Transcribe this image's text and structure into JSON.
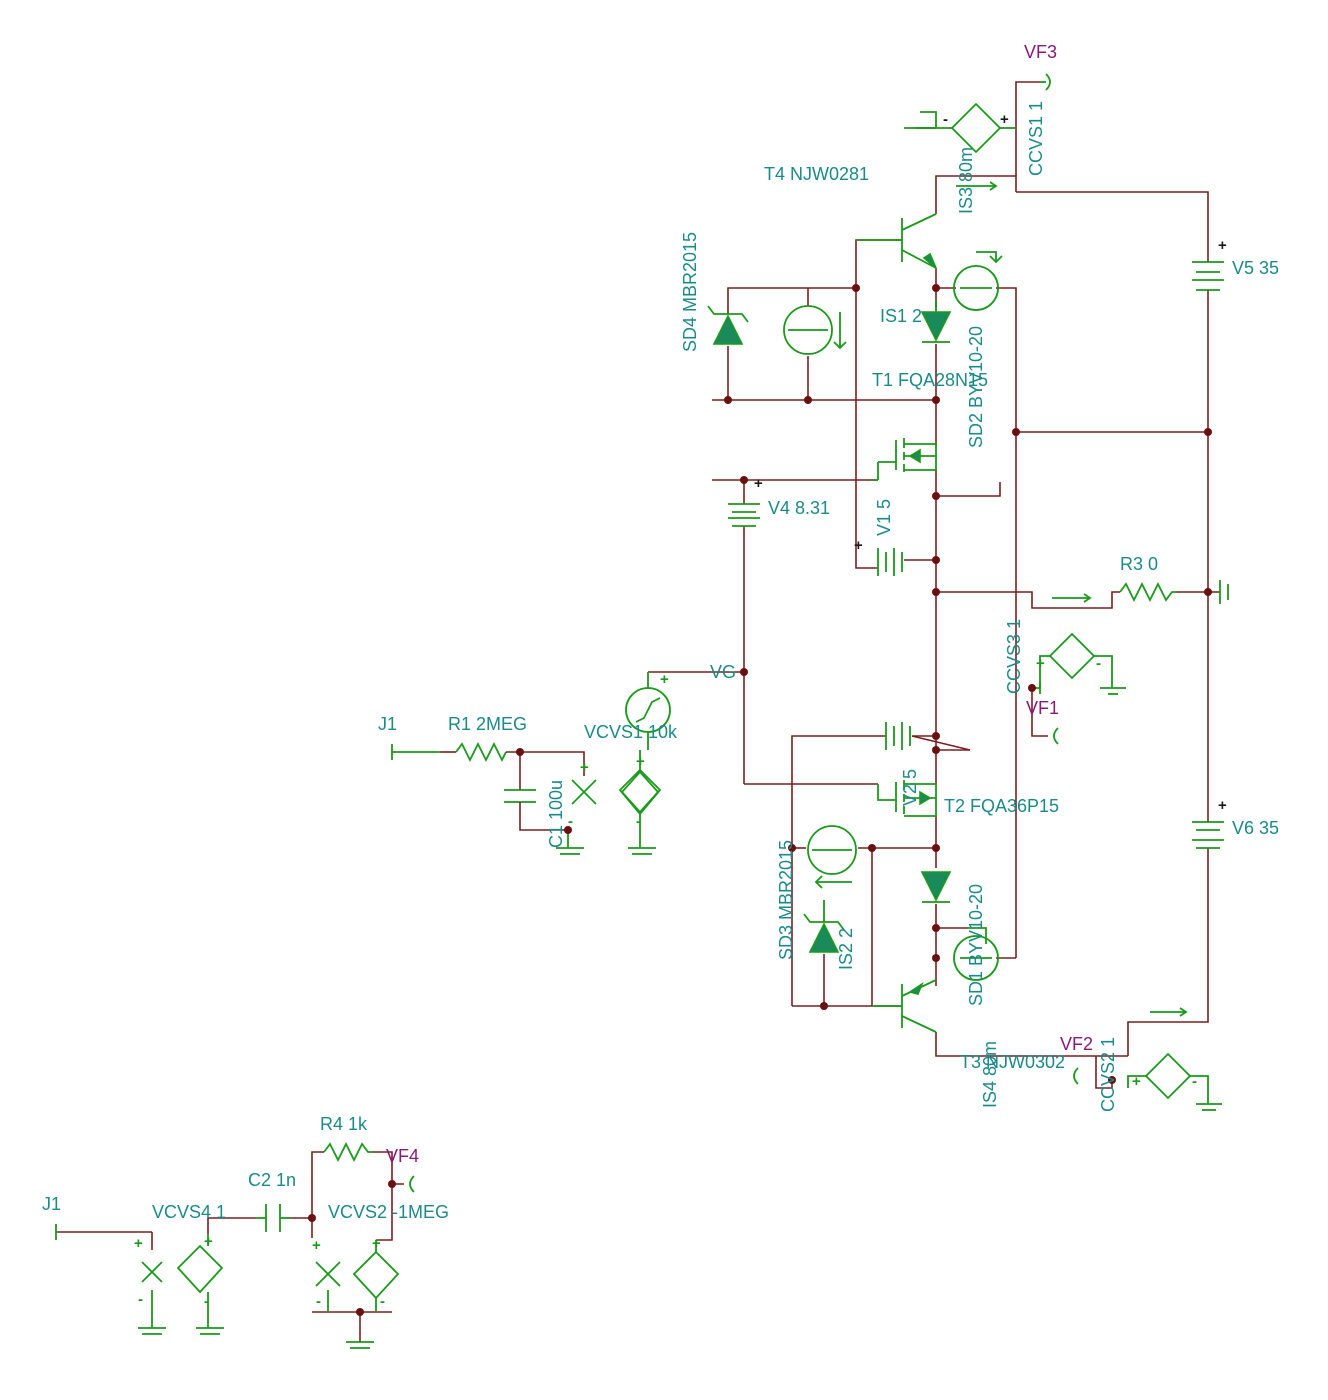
{
  "labels": {
    "vf3": "VF3",
    "ccvs1": "CCVS1 1",
    "is3": "IS3 80m",
    "t4": "T4 NJW0281",
    "v5": "V5 35",
    "sd4": "SD4 MBR2015",
    "is1": "IS1 2",
    "sd2": "SD2 BYV10-20",
    "t1": "T1 FQA28N15",
    "v4": "V4 8.31",
    "v1": "V1 5",
    "r3": "R3 0",
    "ccvs3": "CCVS3 1",
    "vf1": "VF1",
    "vg": "VG",
    "j1a": "J1",
    "r1": "R1 2MEG",
    "vcvs1": "VCVS1 10k",
    "c1": "C1 100u",
    "v2": "V2 5",
    "t2": "T2 FQA36P15",
    "v6": "V6 35",
    "sd3": "SD3 MBR2015",
    "is2": "IS2 2",
    "sd1": "SD1 BYV10-20",
    "t3": "T3 NJW0302",
    "vf2": "VF2",
    "ccvs2": "CCVS2 1",
    "is4": "IS4 80m",
    "r4": "R4 1k",
    "vf4": "VF4",
    "j1b": "J1",
    "vcvs4": "VCVS4 1",
    "c2": "C2 1n",
    "vcvs2": "VCVS2 -1MEG"
  },
  "colors": {
    "wire": "#7a1f1f",
    "component": "#1a9a1a",
    "label": "#1a8a8a",
    "probe_label": "#8a1a7a"
  }
}
